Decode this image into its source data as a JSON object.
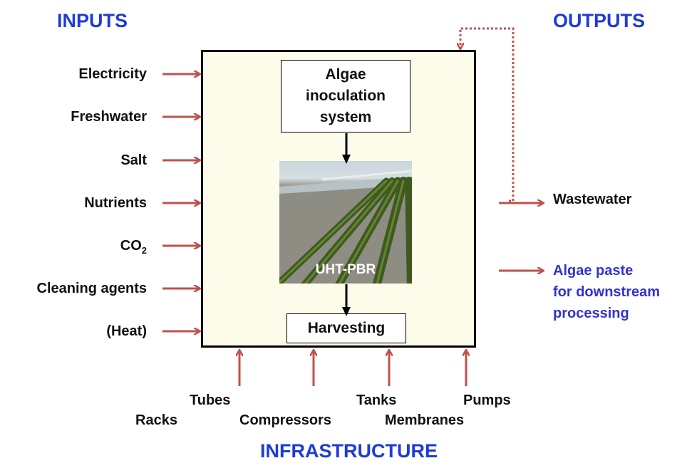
{
  "headers": {
    "inputs": "INPUTS",
    "outputs": "OUTPUTS",
    "infrastructure": "INFRASTRUCTURE"
  },
  "inputs": [
    "Electricity",
    "Freshwater",
    "Salt",
    "Nutrients",
    "CO",
    "Cleaning agents",
    "(Heat)"
  ],
  "co2_subscript": "2",
  "process": {
    "inoculation": "Algae inoculation system",
    "photobioreactor": "UHT-PBR",
    "harvesting": "Harvesting"
  },
  "outputs": {
    "wastewater": "Wastewater",
    "algae_paste_lines": [
      "Algae paste",
      "for downstream",
      "processing"
    ]
  },
  "infrastructure": [
    "Tubes",
    "Racks",
    "Compressors",
    "Tanks",
    "Membranes",
    "Pumps"
  ],
  "colors": {
    "arrow": "#c0504d",
    "header": "#1f3bd6",
    "algae_paste": "#3333cc",
    "box_fill": "#fdfcea"
  }
}
